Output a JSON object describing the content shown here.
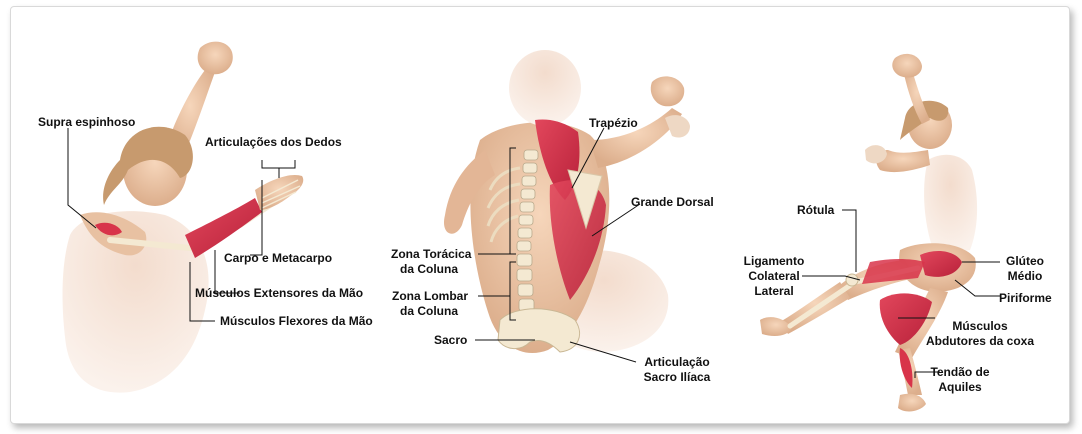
{
  "figures": {
    "arm": {
      "labels": {
        "supra": "Supra espinhoso",
        "articulacoes": "Articulações dos Dedos",
        "carpo": "Carpo e Metacarpo",
        "extensores": "Músculos Extensores da Mão",
        "flexores": "Músculos Flexores da Mão"
      }
    },
    "back": {
      "labels": {
        "trapezio": "Trapézio",
        "grande_dorsal": "Grande Dorsal",
        "toracica_1": "Zona Torácica",
        "toracica_2": "da Coluna",
        "lombar_1": "Zona Lombar",
        "lombar_2": "da Coluna",
        "sacro": "Sacro",
        "articulacao_1": "Articulação",
        "articulacao_2": "Sacro Ilíaca"
      }
    },
    "leg": {
      "labels": {
        "rotula": "Rótula",
        "ligamento_1": "Ligamento",
        "ligamento_2": "Colateral",
        "ligamento_3": "Lateral",
        "gluteo_1": "Glúteo",
        "gluteo_2": "Médio",
        "piriforme": "Piriforme",
        "abdutores_1": "Músculos",
        "abdutores_2": "Abdutores da coxa",
        "tendao_1": "Tendão de",
        "tendao_2": "Aquiles"
      }
    }
  },
  "colors": {
    "skin": "#f0c9a8",
    "skin_shadow": "#d9a784",
    "muscle": "#d8344a",
    "hair": "#c79a6e",
    "shirt": "#ead6cc",
    "bone": "#f4e9d2"
  }
}
